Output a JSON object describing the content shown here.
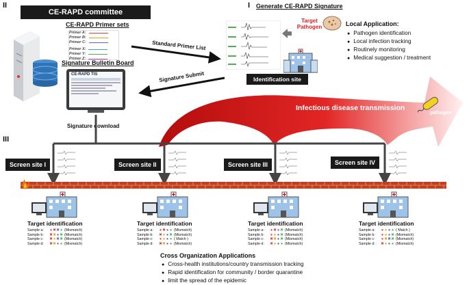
{
  "section_labels": {
    "two": "II",
    "one": "I",
    "three": "III"
  },
  "committee": {
    "title": "CE-RAPD committee"
  },
  "primer_sets": {
    "title": "CE-RAPD  Primer sets",
    "items": [
      {
        "label": "Primer A:",
        "color": "#d04040"
      },
      {
        "label": "Primer B:",
        "color": "#e0a020"
      },
      {
        "label": "Primer C:",
        "color": "#6060c0"
      },
      {
        "label": "Primer X:",
        "color": "#40a0d0"
      },
      {
        "label": "Primer Y:",
        "color": "#50b050"
      },
      {
        "label": "Primer Z:",
        "color": "#c040c0"
      }
    ]
  },
  "bulletin_board": {
    "title": "Signature Bulletin Board",
    "screen_title": "CE-RAPD TIS"
  },
  "signature_download": "Signature download",
  "arrows": {
    "standard_primer_list": "Standard Primer List",
    "signature_submit": "Signature  Submit"
  },
  "generate": {
    "title": "Generate CE-RAPD  Signature",
    "target_pathogen": "Target Pathogen"
  },
  "identification_site": "Identification site",
  "local_application": {
    "title": "Local Application:",
    "items": [
      "Pathogen identification",
      "Local infection tracking",
      "Routinely monitoring",
      "Medical suggestion / treatment"
    ]
  },
  "transmission": {
    "label": "Infectious disease transmission",
    "pathogen": "pathogen"
  },
  "screen_sites": [
    "Screen site I",
    "Screen site II",
    "Screen site III",
    "Screen site IV"
  ],
  "target_identification": "Target identification",
  "targets": [
    {
      "rows": [
        {
          "sample": "Sample a:",
          "symbols": [
            "o",
            "x",
            "x",
            "o"
          ],
          "colors": [
            "#d04040",
            "#d04040",
            "#6060c0",
            "#50b050"
          ],
          "result": "(Mismatch)"
        },
        {
          "sample": "Sample b:",
          "symbols": [
            "x",
            "x",
            "o",
            "x"
          ],
          "colors": [
            "#d04040",
            "#e0a020",
            "#6060c0",
            "#50b050"
          ],
          "result": "(Mismatch)"
        },
        {
          "sample": "Sample c:",
          "symbols": [
            "x",
            "o",
            "x",
            "x"
          ],
          "colors": [
            "#d04040",
            "#e0a020",
            "#6060c0",
            "#50b050"
          ],
          "result": "(Mismatch)"
        },
        {
          "sample": "Sample d:",
          "symbols": [
            "x",
            "x",
            "o",
            "o"
          ],
          "colors": [
            "#d04040",
            "#e0a020",
            "#6060c0",
            "#50b050"
          ],
          "result": "(Mismatch)"
        }
      ]
    },
    {
      "rows": [
        {
          "sample": "Sample a:",
          "symbols": [
            "o",
            "x",
            "o",
            "o"
          ],
          "colors": [
            "#d04040",
            "#d04040",
            "#6060c0",
            "#50b050"
          ],
          "result": "(Mismatch)"
        },
        {
          "sample": "Sample b:",
          "symbols": [
            "x",
            "o",
            "o",
            "x"
          ],
          "colors": [
            "#d04040",
            "#e0a020",
            "#6060c0",
            "#50b050"
          ],
          "result": "(Mismatch)"
        },
        {
          "sample": "Sample c:",
          "symbols": [
            "o",
            "o",
            "o",
            "o"
          ],
          "colors": [
            "#d04040",
            "#e0a020",
            "#6060c0",
            "#50b050"
          ],
          "result": "(  Match   )"
        },
        {
          "sample": "Sample d:",
          "symbols": [
            "x",
            "x",
            "o",
            "o"
          ],
          "colors": [
            "#d04040",
            "#e0a020",
            "#6060c0",
            "#50b050"
          ],
          "result": "(Mismatch)"
        }
      ]
    },
    {
      "rows": [
        {
          "sample": "Sample a:",
          "symbols": [
            "o",
            "x",
            "o",
            "x"
          ],
          "colors": [
            "#d04040",
            "#d04040",
            "#6060c0",
            "#50b050"
          ],
          "result": "(Mismatch)"
        },
        {
          "sample": "Sample b:",
          "symbols": [
            "o",
            "o",
            "o",
            "x"
          ],
          "colors": [
            "#d04040",
            "#e0a020",
            "#6060c0",
            "#50b050"
          ],
          "result": "(Mismatch)"
        },
        {
          "sample": "Sample c:",
          "symbols": [
            "x",
            "x",
            "o",
            "x"
          ],
          "colors": [
            "#d04040",
            "#e0a020",
            "#6060c0",
            "#50b050"
          ],
          "result": "(Mismatch)"
        },
        {
          "sample": "Sample d:",
          "symbols": [
            "x",
            "o",
            "o",
            "o"
          ],
          "colors": [
            "#d04040",
            "#e0a020",
            "#6060c0",
            "#50b050"
          ],
          "result": "(Mismatch)"
        }
      ]
    },
    {
      "rows": [
        {
          "sample": "Sample a:",
          "symbols": [
            "o",
            "o",
            "o",
            "o"
          ],
          "colors": [
            "#d04040",
            "#e0a020",
            "#6060c0",
            "#50b050"
          ],
          "result": "(   Match   )"
        },
        {
          "sample": "Sample b:",
          "symbols": [
            "o",
            "o",
            "o",
            "x"
          ],
          "colors": [
            "#d04040",
            "#e0a020",
            "#6060c0",
            "#50b050"
          ],
          "result": "(Mismatch)"
        },
        {
          "sample": "Sample c:",
          "symbols": [
            "o",
            "x",
            "x",
            "x"
          ],
          "colors": [
            "#d04040",
            "#e0a020",
            "#6060c0",
            "#50b050"
          ],
          "result": "(Mismatch)"
        },
        {
          "sample": "Sample d:",
          "symbols": [
            "x",
            "o",
            "o",
            "o"
          ],
          "colors": [
            "#d04040",
            "#e0a020",
            "#6060c0",
            "#50b050"
          ],
          "result": "(Mismatch)"
        }
      ]
    }
  ],
  "cross_org": {
    "title": "Cross Organization Applications",
    "items": [
      "Cross-health institutions/country transmission tracking",
      "Rapid identification for community / border quarantine",
      "limit the spread of the epidemic"
    ]
  },
  "colors": {
    "red_arrow": "#d01010",
    "dark_box": "#1a1a1a",
    "firewall": "#c04020"
  }
}
